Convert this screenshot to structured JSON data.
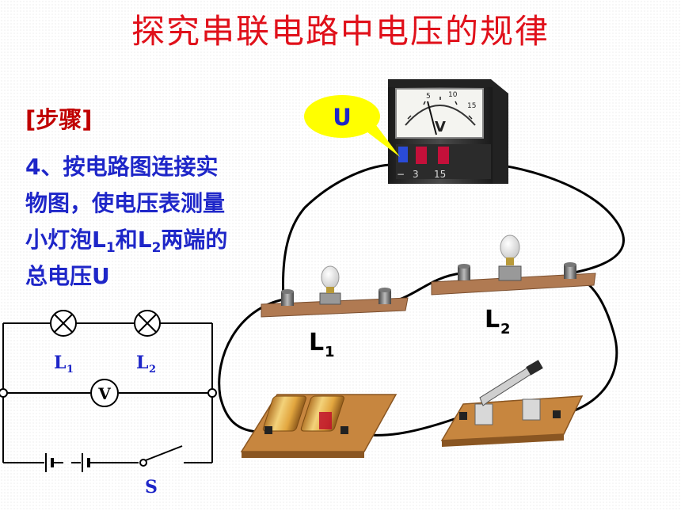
{
  "title": "探究串联电路中电压的规律",
  "step_heading": "[步骤]",
  "instruction": {
    "num": "4",
    "line1": "、按电路图连接实",
    "line2": "物图，使电压表测量",
    "line3_pre": "小灯泡",
    "l1_main": "L",
    "l1_sub": "1",
    "line3_mid": "和",
    "l2_main": "L",
    "l2_sub": "2",
    "line3_post": "两端的",
    "line4_pre": "总电压",
    "line4_u": "U"
  },
  "callout": {
    "label": "U"
  },
  "voltmeter": {
    "face_letter": "V",
    "terminal_minus": "−",
    "terminal_3": "3",
    "terminal_15": "15",
    "scale": [
      "5",
      "10",
      "15"
    ]
  },
  "photo_labels": {
    "l1_main": "L",
    "l1_sub": "1",
    "l2_main": "L",
    "l2_sub": "2"
  },
  "schematic": {
    "l1_main": "L",
    "l1_sub": "1",
    "l2_main": "L",
    "l2_sub": "2",
    "meter": "V",
    "switch": "S"
  },
  "colors": {
    "title": "#e0101a",
    "step": "#c00000",
    "text": "#1e26c8",
    "callout": "#ffff00",
    "board": "#b07a52",
    "wire": "#000000"
  }
}
